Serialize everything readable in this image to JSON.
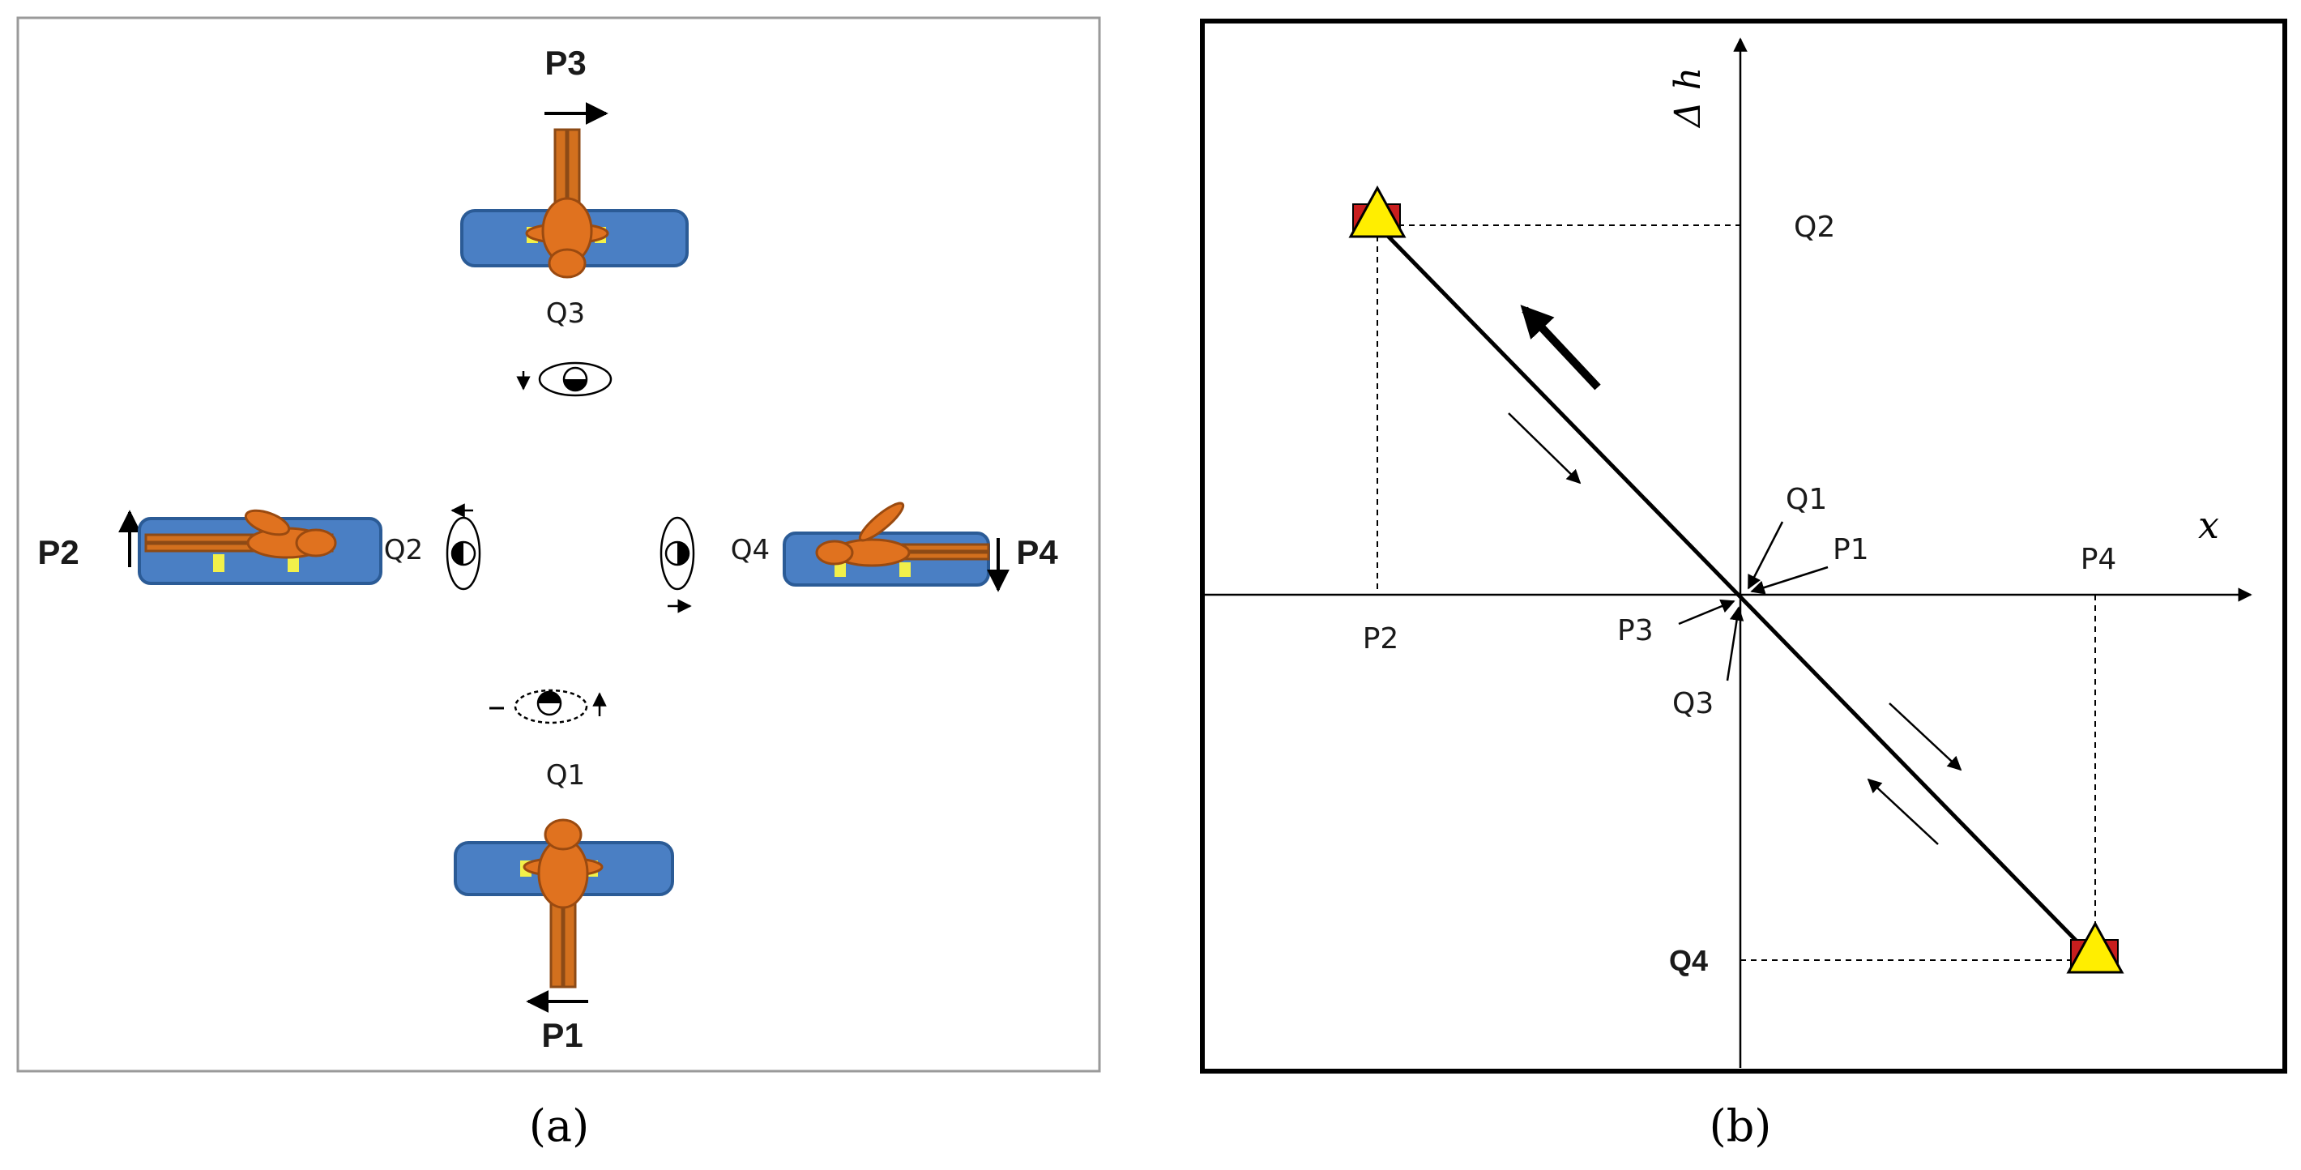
{
  "panel_a": {
    "caption": "(a)",
    "positions": {
      "p1": "P1",
      "p2": "P2",
      "p3": "P3",
      "p4": "P4"
    },
    "quadrants": {
      "q1": "Q1",
      "q2": "Q2",
      "q3": "Q3",
      "q4": "Q4"
    }
  },
  "panel_b": {
    "caption": "(b)",
    "axes": {
      "x_label": "x",
      "y_label": "Δ h"
    },
    "labels": {
      "q1": "Q1",
      "p1": "P1",
      "q2": "Q2",
      "p2": "P2",
      "p3": "P3",
      "q3": "Q3",
      "p4": "P4",
      "q4": "Q4"
    }
  },
  "colors": {
    "board": "#4a7fc4",
    "body": "#e0721f",
    "clip": "#f2f04a",
    "marker_triangle": "#ffee00",
    "marker_square": "#c81e1e"
  }
}
